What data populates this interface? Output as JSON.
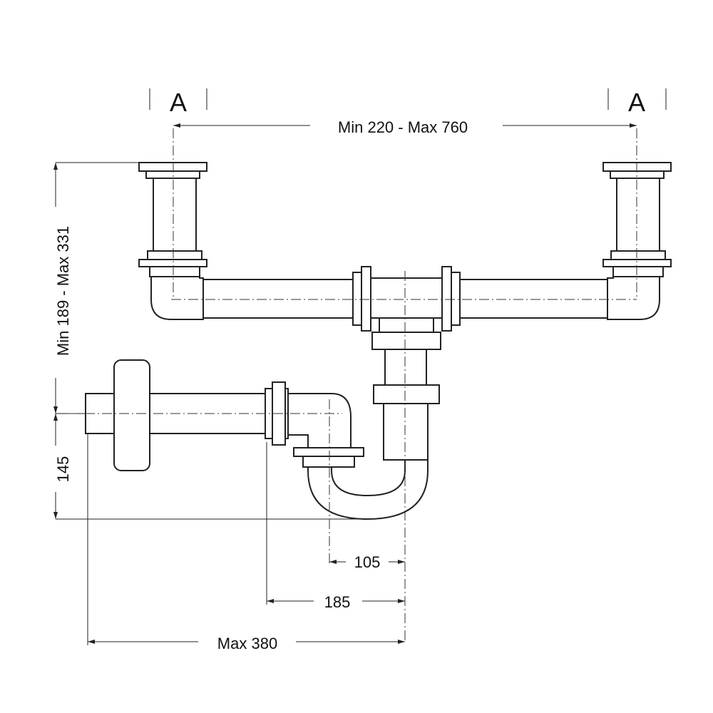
{
  "section_marks": {
    "left": "A",
    "right": "A"
  },
  "dimensions": {
    "width_range": "Min 220 - Max 760",
    "height_range": "Min 189 - Max 331",
    "outlet_height": "145",
    "trap_offset": "105",
    "nut_offset": "185",
    "max_projection": "Max 380"
  }
}
